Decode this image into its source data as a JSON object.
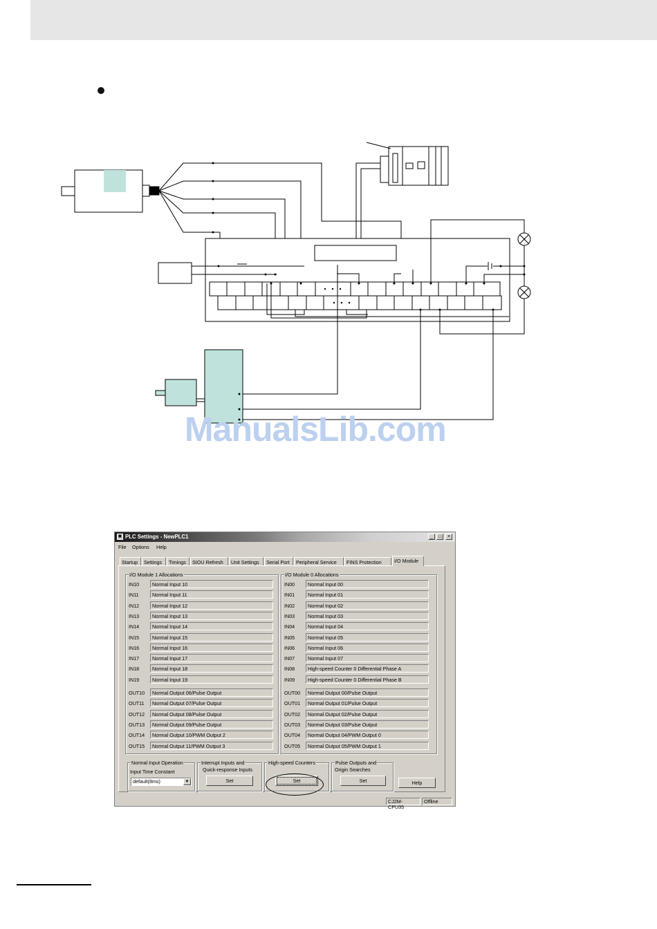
{
  "watermark": "ManualsLib.com",
  "window": {
    "title": "PLC Settings - NewPLC1",
    "min_label": "_",
    "max_label": "□",
    "close_label": "×",
    "menu": [
      "File",
      "Options",
      "Help"
    ],
    "tabs": [
      "Startup",
      "Settings",
      "Timings",
      "SIOU Refresh",
      "Unit Settings",
      "Serial Port",
      "Peripheral Service",
      "FINS Protection",
      "I/O Module"
    ],
    "active_tab": "I/O Module",
    "module1": {
      "label": "I/O Module 1 Allocations",
      "inputs": [
        {
          "id": "IN10",
          "value": "Normal Input 10"
        },
        {
          "id": "IN11",
          "value": "Normal Input 11"
        },
        {
          "id": "IN12",
          "value": "Normal Input 12"
        },
        {
          "id": "IN13",
          "value": "Normal Input 13"
        },
        {
          "id": "IN14",
          "value": "Normal Input 14"
        },
        {
          "id": "IN15",
          "value": "Normal Input 15"
        },
        {
          "id": "IN16",
          "value": "Normal Input 16"
        },
        {
          "id": "IN17",
          "value": "Normal Input 17"
        },
        {
          "id": "IN18",
          "value": "Normal Input 18"
        },
        {
          "id": "IN19",
          "value": "Normal Input 19"
        }
      ],
      "outputs": [
        {
          "id": "OUT10",
          "value": "Normal Output 06/Pulse Output"
        },
        {
          "id": "OUT11",
          "value": "Normal Output 07/Pulse Output"
        },
        {
          "id": "OUT12",
          "value": "Normal Output 08/Pulse Output"
        },
        {
          "id": "OUT13",
          "value": "Normal Output 09/Pulse Output"
        },
        {
          "id": "OUT14",
          "value": "Normal Output 10/PWM Output 2"
        },
        {
          "id": "OUT15",
          "value": "Normal Output 11/PWM Output 3"
        }
      ]
    },
    "module0": {
      "label": "I/O Module 0 Allocations",
      "inputs": [
        {
          "id": "IN00",
          "value": "Normal Input 00"
        },
        {
          "id": "IN01",
          "value": "Normal Input 01"
        },
        {
          "id": "IN02",
          "value": "Normal Input 02"
        },
        {
          "id": "IN03",
          "value": "Normal Input 03"
        },
        {
          "id": "IN04",
          "value": "Normal Input 04"
        },
        {
          "id": "IN05",
          "value": "Normal Input 05"
        },
        {
          "id": "IN06",
          "value": "Normal Input 06"
        },
        {
          "id": "IN07",
          "value": "Normal Input 07"
        },
        {
          "id": "IN08",
          "value": "High-speed Counter 0 Differential Phase A"
        },
        {
          "id": "IN09",
          "value": "High-speed Counter 0 Differential Phase B"
        }
      ],
      "outputs": [
        {
          "id": "OUT00",
          "value": "Normal Output 00/Pulse Output"
        },
        {
          "id": "OUT01",
          "value": "Normal Output 01/Pulse Output"
        },
        {
          "id": "OUT02",
          "value": "Normal Output 02/Pulse Output"
        },
        {
          "id": "OUT03",
          "value": "Normal Output 03/Pulse Output"
        },
        {
          "id": "OUT04",
          "value": "Normal Output 04/PWM Output 0"
        },
        {
          "id": "OUT05",
          "value": "Normal Output 05/PWM Output 1"
        }
      ]
    },
    "bottom": {
      "normal_input_label": "Normal Input Operation",
      "time_constant_label": "Input Time Constant",
      "time_constant_value": "default(8ms)",
      "interrupt_label_1": "Interrupt Inputs and",
      "interrupt_label_2": "Quick-response Inputs",
      "hsc_label": "High-speed Counters",
      "pulse_label_1": "Pulse Outputs and",
      "pulse_label_2": "Origin Searches",
      "set_label": "Set",
      "help_label": "Help"
    },
    "status": {
      "model": "CJ2M-CPU35",
      "mode": "Offline"
    }
  }
}
